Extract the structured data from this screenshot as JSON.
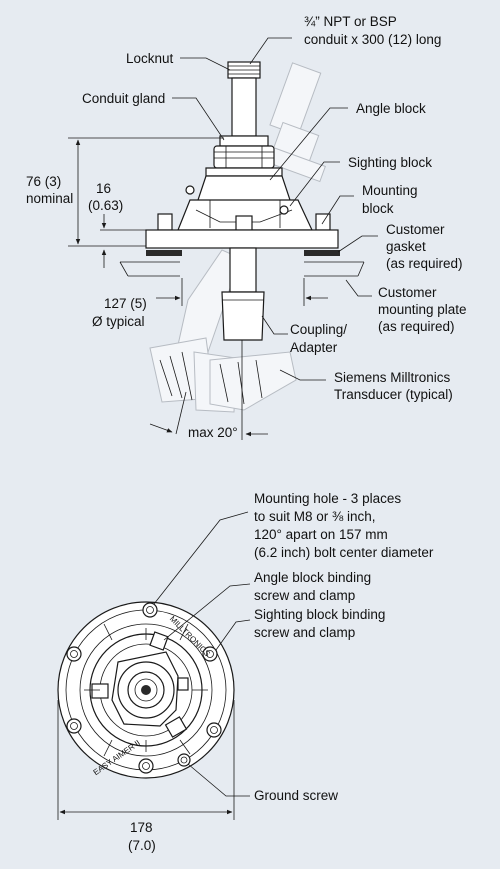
{
  "side_view": {
    "callouts": {
      "conduit_line1": "¾” NPT or BSP",
      "conduit_line2": "conduit x 300 (12) long",
      "locknut": "Locknut",
      "conduit_gland": "Conduit gland",
      "angle_block": "Angle block",
      "sighting_block": "Sighting block",
      "mounting_block_line1": "Mounting",
      "mounting_block_line2": "block",
      "customer_gasket_line1": "Customer",
      "customer_gasket_line2": "gasket",
      "customer_gasket_line3": "(as required)",
      "mounting_plate_line1": "Customer",
      "mounting_plate_line2": "mounting plate",
      "mounting_plate_line3": "(as required)",
      "coupling_line1": "Coupling/",
      "coupling_line2": "Adapter",
      "transducer_line1": "Siemens Milltronics",
      "transducer_line2": "Transducer (typical)"
    },
    "dimensions": {
      "height_line1": "76 (3)",
      "height_line2": "nominal",
      "block_line1": "16",
      "block_line2": "(0.63)",
      "diameter_line1": "127 (5)",
      "diameter_line2": "Ø typical",
      "angle": "max 20°"
    }
  },
  "top_view": {
    "callouts": {
      "mounting_hole_line1": "Mounting hole - 3 places",
      "mounting_hole_line2": "to suit M8 or ⅜ inch,",
      "mounting_hole_line3": "120° apart on 157 mm",
      "mounting_hole_line4": "(6.2 inch) bolt center diameter",
      "angle_binding_line1": "Angle block binding",
      "angle_binding_line2": "screw and clamp",
      "sighting_binding_line1": "Sighting block binding",
      "sighting_binding_line2": "screw and clamp",
      "ground_screw": "Ground screw"
    },
    "ring_text": {
      "brand": "MILLTRONICS",
      "product": "EASY AIMER II"
    },
    "dimensions": {
      "width_line1": "178",
      "width_line2": "(7.0)"
    }
  }
}
